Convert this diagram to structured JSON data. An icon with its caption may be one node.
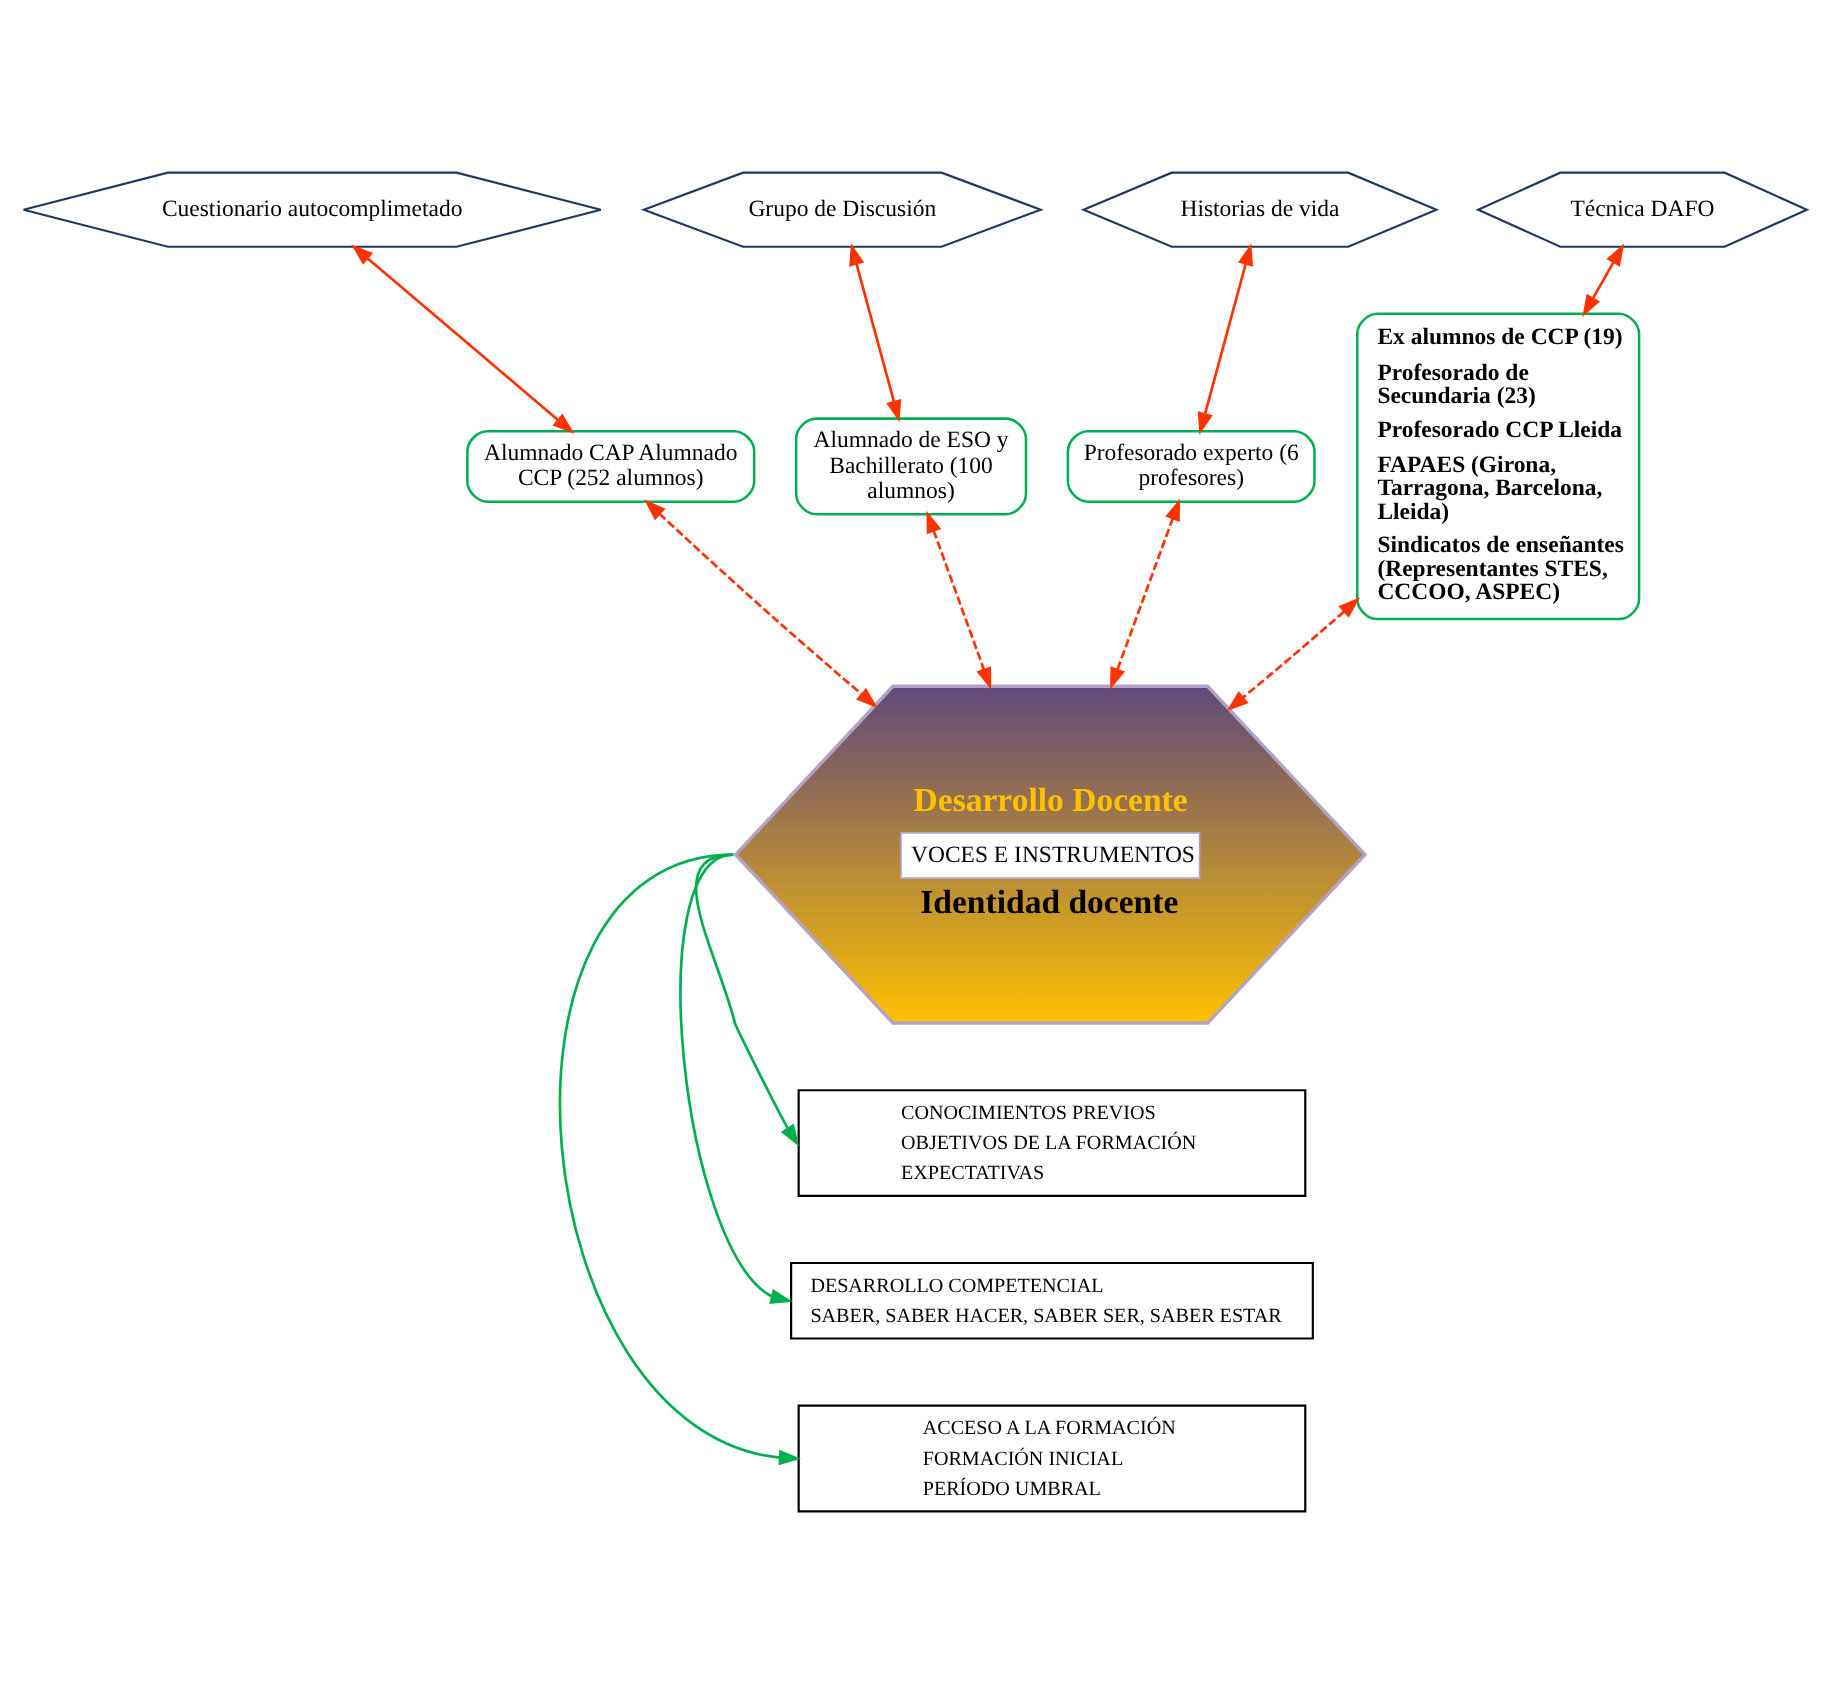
{
  "diagram": {
    "nodes": [
      {
        "text": [
          "Cuestionario autocomplimetado"
        ]
      },
      {
        "text": [
          "Grupo de Discusión"
        ]
      },
      {
        "text": [
          "Historias de vida"
        ]
      },
      {
        "text": [
          "Técnica DAFO"
        ]
      },
      {
        "text": [
          "Alumnado CAP Alumnado CCP (252 alumnos)"
        ]
      },
      {
        "text": [
          "Alumnado de ESO y Bachillerato (100 alumnos)"
        ]
      },
      {
        "text": [
          "Profesorado experto (6 profesores)"
        ]
      },
      {
        "text": [
          "Ex alumnos de CCP (19)",
          "Profesorado de Secundaria (23)",
          "Profesorado CCP Lleida",
          "FAPAES (Girona, Tarragona, Barcelona, Lleida)",
          "Sindicatos de enseñantes (Representantes STES, CCCOO, ASPEC)"
        ]
      },
      {
        "text": [
          "Desarrollo Docente",
          "VOCES E INSTRUMENTOS",
          "Identidad docente"
        ]
      },
      {
        "text": [
          "CONOCIMIENTOS PREVIOS",
          "OBJETIVOS DE LA FORMACIÓN",
          "EXPECTATIVAS"
        ]
      },
      {
        "text": [
          "DESARROLLO COMPETENCIAL",
          "SABER, SABER HACER, SABER SER, SABER ESTAR"
        ]
      },
      {
        "text": [
          "ACCESO A LA FORMACIÓN",
          "FORMACIÓN INICIAL",
          "PERÍODO UMBRAL"
        ]
      }
    ],
    "edges": [
      {
        "from": 0,
        "to": 4,
        "arrow": "both"
      },
      {
        "from": 1,
        "to": 5,
        "arrow": "both"
      },
      {
        "from": 2,
        "to": 6,
        "arrow": "both"
      },
      {
        "from": 3,
        "to": 7,
        "arrow": "both"
      },
      {
        "from": 4,
        "to": 8,
        "arrow": "both",
        "style": "dashed"
      },
      {
        "from": 5,
        "to": 8,
        "arrow": "both",
        "style": "dashed"
      },
      {
        "from": 6,
        "to": 8,
        "arrow": "both",
        "style": "dashed"
      },
      {
        "from": 7,
        "to": 8,
        "arrow": "both",
        "style": "dashed"
      },
      {
        "from": 8,
        "to": 9,
        "arrow": "to",
        "color": "#00b050"
      },
      {
        "from": 8,
        "to": 10,
        "arrow": "to",
        "color": "#00b050"
      },
      {
        "from": 8,
        "to": 11,
        "arrow": "to",
        "color": "#00b050"
      }
    ]
  }
}
